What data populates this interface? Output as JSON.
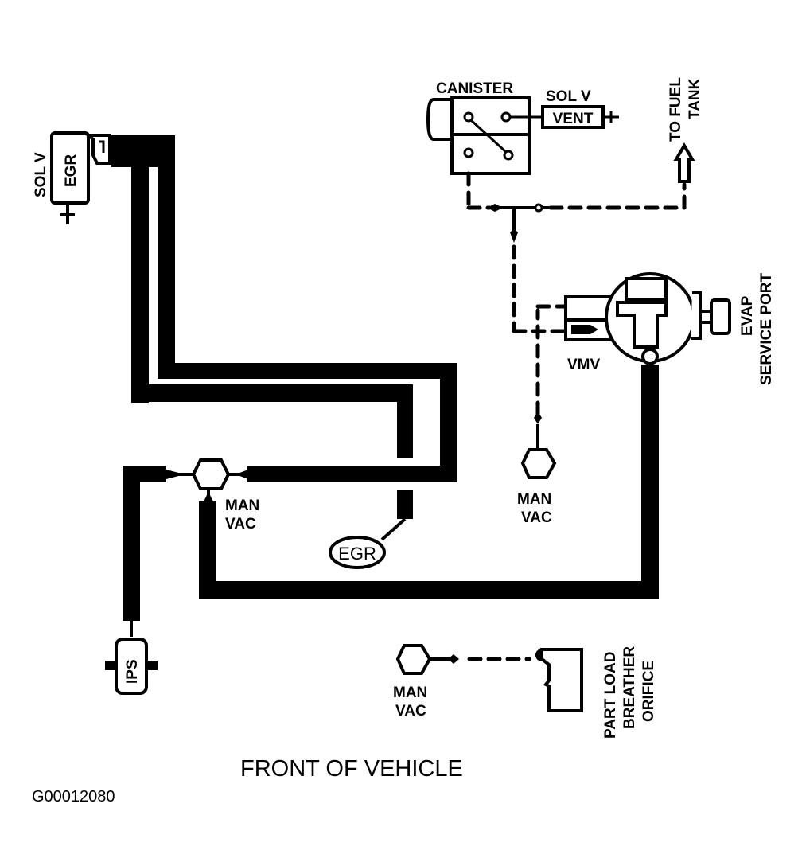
{
  "diagram": {
    "type": "vacuum-hose-routing",
    "caption": "FRONT OF VEHICLE",
    "figure_id": "G00012080",
    "colors": {
      "ink": "#000000",
      "background": "#ffffff"
    },
    "components": {
      "canister": {
        "label": "CANISTER"
      },
      "sol_v_vent": {
        "label_top": "SOL V",
        "label_box": "VENT"
      },
      "to_fuel_tank": {
        "line1": "TO FUEL",
        "line2": "TANK"
      },
      "sol_v_egr": {
        "label_side": "SOL V",
        "label_box": "EGR"
      },
      "vmv": {
        "label": "VMV"
      },
      "evap_service_port": {
        "line1": "EVAP",
        "line2": "SERVICE PORT"
      },
      "man_vac_center": {
        "line1": "MAN",
        "line2": "VAC"
      },
      "man_vac_mid": {
        "line1": "MAN",
        "line2": "VAC"
      },
      "man_vac_bottom": {
        "line1": "MAN",
        "line2": "VAC"
      },
      "egr_valve": {
        "label": "EGR"
      },
      "ips": {
        "label": "IPS"
      },
      "part_load_breather_orifice": {
        "line1": "PART LOAD",
        "line2": "BREATHER",
        "line3": "ORIFICE"
      }
    },
    "connections": [
      {
        "from": "sol_v_egr",
        "to": "man_vac_center",
        "style": "solid-hose"
      },
      {
        "from": "sol_v_egr",
        "to": "egr_valve",
        "style": "solid-hose"
      },
      {
        "from": "man_vac_center",
        "to": "ips",
        "style": "solid-hose"
      },
      {
        "from": "man_vac_center",
        "to": "vmv",
        "style": "solid-hose"
      },
      {
        "from": "canister",
        "to": "to_fuel_tank",
        "style": "dashed"
      },
      {
        "from": "canister",
        "to": "vmv",
        "style": "dashed"
      },
      {
        "from": "man_vac_mid",
        "to": "vmv",
        "style": "dashed"
      },
      {
        "from": "man_vac_bottom",
        "to": "part_load_breather_orifice",
        "style": "dashed"
      }
    ]
  }
}
